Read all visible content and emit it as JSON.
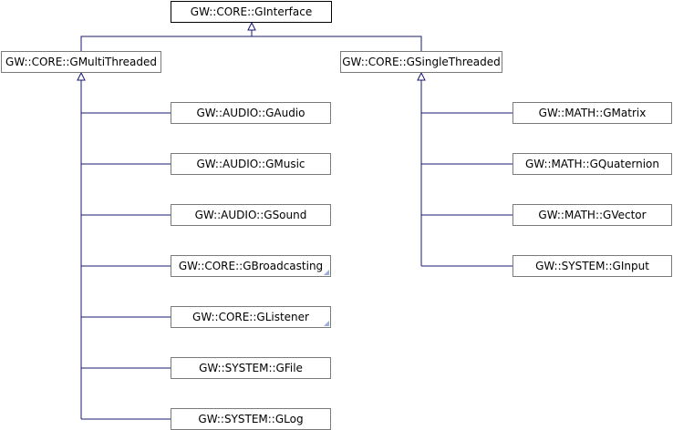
{
  "nodes": {
    "ginterface": "GW::CORE::GInterface",
    "gmultithreaded": "GW::CORE::GMultiThreaded",
    "gsinglethreaded": "GW::CORE::GSingleThreaded",
    "gaudio": "GW::AUDIO::GAudio",
    "gmusic": "GW::AUDIO::GMusic",
    "gsound": "GW::AUDIO::GSound",
    "gbroadcasting": "GW::CORE::GBroadcasting",
    "glistener": "GW::CORE::GListener",
    "gfile": "GW::SYSTEM::GFile",
    "glog": "GW::SYSTEM::GLog",
    "gmatrix": "GW::MATH::GMatrix",
    "gquaternion": "GW::MATH::GQuaternion",
    "gvector": "GW::MATH::GVector",
    "ginput": "GW::SYSTEM::GInput"
  },
  "colors": {
    "edge": "#191970",
    "node_border": "#7a7a7a",
    "truncated_marker": "#9aaed6"
  }
}
